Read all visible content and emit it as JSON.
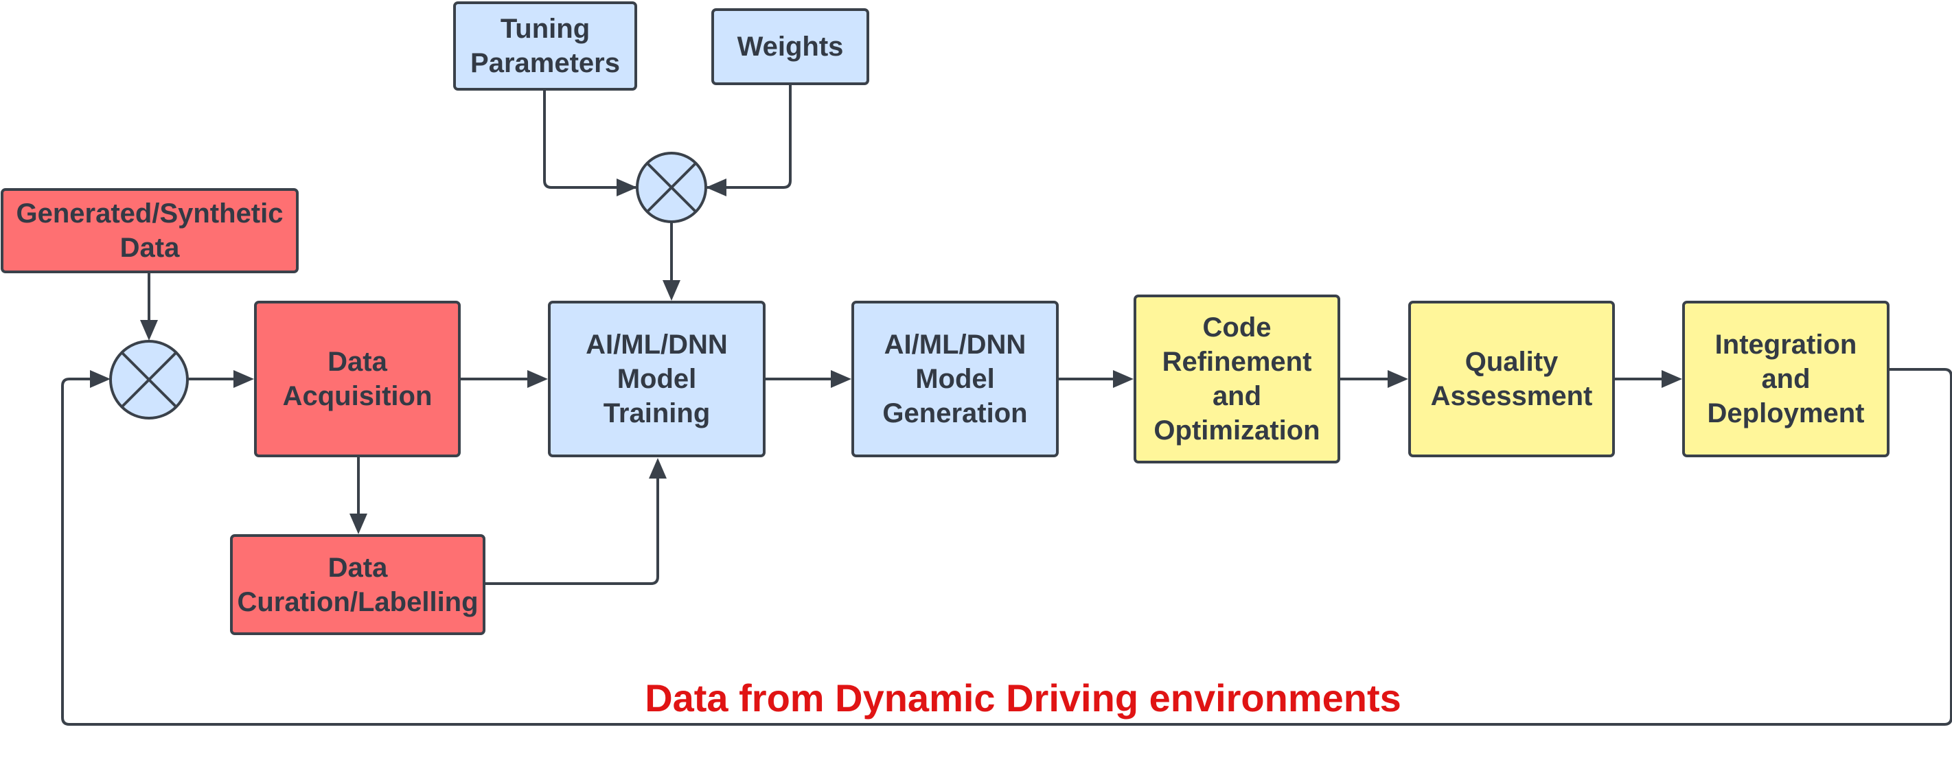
{
  "diagram": {
    "nodes": {
      "tuning_parameters": "Tuning\nParameters",
      "weights": "Weights",
      "generated_synthetic_data": "Generated/Synthetic\nData",
      "data_acquisition": "Data\nAcquisition",
      "model_training": "AI/ML/DNN\nModel\nTraining",
      "model_generation": "AI/ML/DNN\nModel\nGeneration",
      "code_refinement": "Code\nRefinement\nand\nOptimization",
      "quality_assessment": "Quality\nAssessment",
      "integration_deployment": "Integration\nand\nDeployment",
      "data_curation": "Data\nCuration/Labelling"
    },
    "feedback_label": "Data from Dynamic Driving environments",
    "colors": {
      "red_box": "#fe7072",
      "blue_box": "#cfe4ff",
      "yellow_box": "#fff69a",
      "stroke": "#3a414a",
      "box_text": "#333a45",
      "feedback_label": "#e01414"
    }
  }
}
